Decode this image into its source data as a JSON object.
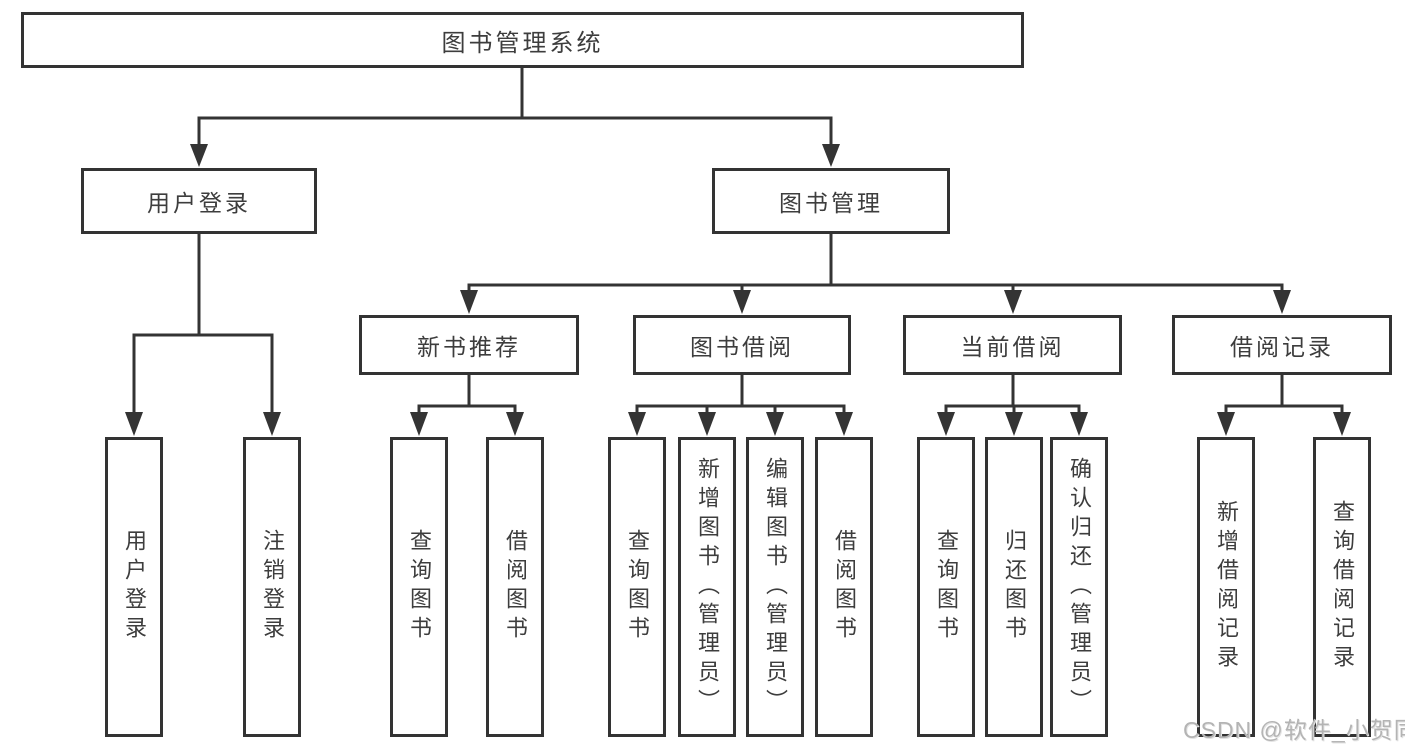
{
  "colors": {
    "line": "#343434",
    "border": "#333333",
    "text": "#3d3d3d",
    "watermark_text": "#b4b4b4",
    "background": "#ffffff"
  },
  "tree": {
    "label": "图书管理系统",
    "children": [
      {
        "label": "用户登录",
        "children": [
          {
            "label": "用户登录"
          },
          {
            "label": "注销登录"
          }
        ]
      },
      {
        "label": "图书管理",
        "children": [
          {
            "label": "新书推荐",
            "children": [
              {
                "label": "查询图书"
              },
              {
                "label": "借阅图书"
              }
            ]
          },
          {
            "label": "图书借阅",
            "children": [
              {
                "label": "查询图书"
              },
              {
                "label": "新增图书（管理员）"
              },
              {
                "label": "编辑图书（管理员）"
              },
              {
                "label": "借阅图书"
              }
            ]
          },
          {
            "label": "当前借阅",
            "children": [
              {
                "label": "查询图书"
              },
              {
                "label": "归还图书"
              },
              {
                "label": "确认归还（管理员）"
              }
            ]
          },
          {
            "label": "借阅记录",
            "children": [
              {
                "label": "新增借阅记录"
              },
              {
                "label": "查询借阅记录"
              }
            ]
          }
        ]
      }
    ]
  },
  "watermark": {
    "text": "CSDN @软件_小贺同学"
  }
}
